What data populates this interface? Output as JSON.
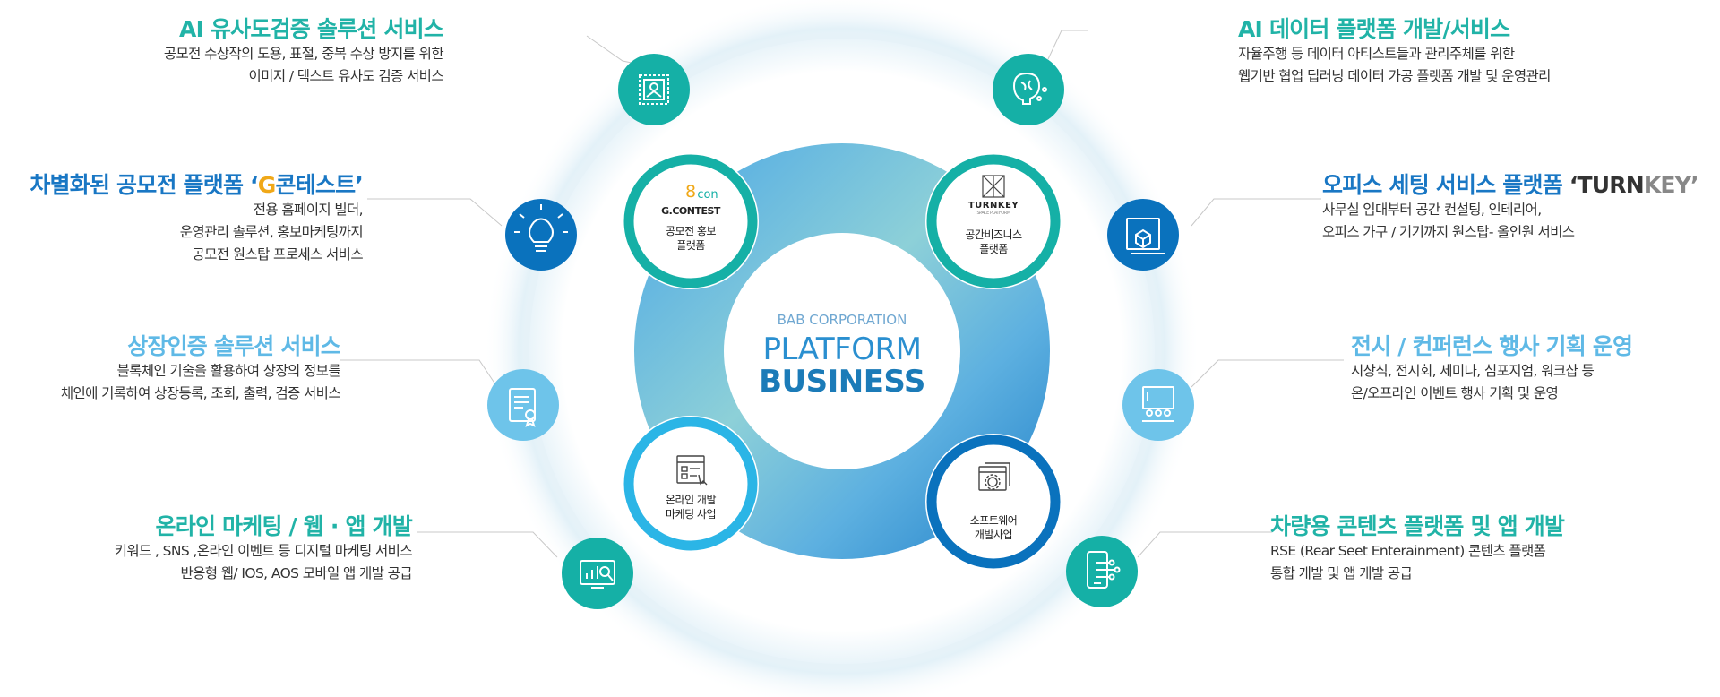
{
  "colors": {
    "teal": "#15b0a6",
    "blue": "#0a72bd",
    "light_blue": "#6ec4ea",
    "title_teal": "#21b3a7",
    "title_blue": "#1977c4",
    "title_light": "#5fb9e6"
  },
  "center": {
    "corp": "BAB CORPORATION",
    "line1": "PLATFORM",
    "line2": "BUSINESS"
  },
  "inner": {
    "gcontest": {
      "logo_text": "G.CONTEST",
      "label": "공모전 홍보\n플랫폼"
    },
    "turnkey": {
      "logo_text": "TURNKEY",
      "logo_sub": "SPACE PLATFORM",
      "label": "공간비즈니스\n플랫폼"
    },
    "marketing": {
      "label": "온라인 개발\n마케팅 사업"
    },
    "software": {
      "label": "소프트웨어\n개발사업"
    }
  },
  "services": {
    "ai_similarity": {
      "title": "AI 유사도검증 솔루션 서비스",
      "desc": "공모전 수상작의 도용, 표절, 중복 수상 방지를 위한\n이미지 / 텍스트 유사도 검증 서비스",
      "icon": "stamp-icon"
    },
    "gcontest_platform": {
      "title_main": "차별화된 공모전 플랫폼 ‘",
      "title_g": "G",
      "title_tail": "콘테스트’",
      "desc": "전용 홈페이지 빌더,\n운영관리 솔루션, 홍보마케팅까지\n공모전 원스탑 프로세스 서비스",
      "icon": "lightbulb-icon"
    },
    "listing": {
      "title": "상장인증 솔루션 서비스",
      "desc": "블록체인 기술을 활용하여 상장의 정보를\n체인에 기록하여 상장등록, 조회, 출력, 검증 서비스",
      "icon": "certificate-icon"
    },
    "online_marketing": {
      "title": "온라인 마케팅 / 웹 · 앱 개발",
      "desc": "키워드 , SNS ,온라인 이벤트 등 디지털 마케팅 서비스\n반응형 웹/ IOS, AOS 모바일 앱 개발 공급",
      "icon": "analytics-icon"
    },
    "ai_data": {
      "title": "AI 데이터 플랫폼 개발/서비스",
      "desc": "자율주행 등 데이터 아티스트들과 관리주체를 위한\n웹기반 협업 딥러닝 데이터 가공 플랫폼 개발 및 운영관리",
      "icon": "brain-icon"
    },
    "office": {
      "title_main": "오피스 세팅 서비스 플랫폼 ",
      "title_turn": "‘TURN",
      "title_key": "KEY’",
      "desc": "사무실 임대부터 공간 컨설팅, 인테리어,\n오피스 가구 / 기기까지 원스탑- 올인원 서비스",
      "icon": "cube-icon"
    },
    "exhibition": {
      "title": "전시 / 컨퍼런스 행사 기획 운영",
      "desc": "시상식, 전시회, 세미나, 심포지엄, 워크샵 등\n온/오프라인 이벤트 행사 기획 및 운영",
      "icon": "presentation-icon"
    },
    "vehicle": {
      "title": "차량용 콘텐츠 플랫폼 및 앱 개발",
      "desc": "RSE (Rear Seet Enterainment) 콘텐츠 플랫폼\n통합 개발 및 앱 개발 공급",
      "icon": "mobile-network-icon"
    }
  }
}
